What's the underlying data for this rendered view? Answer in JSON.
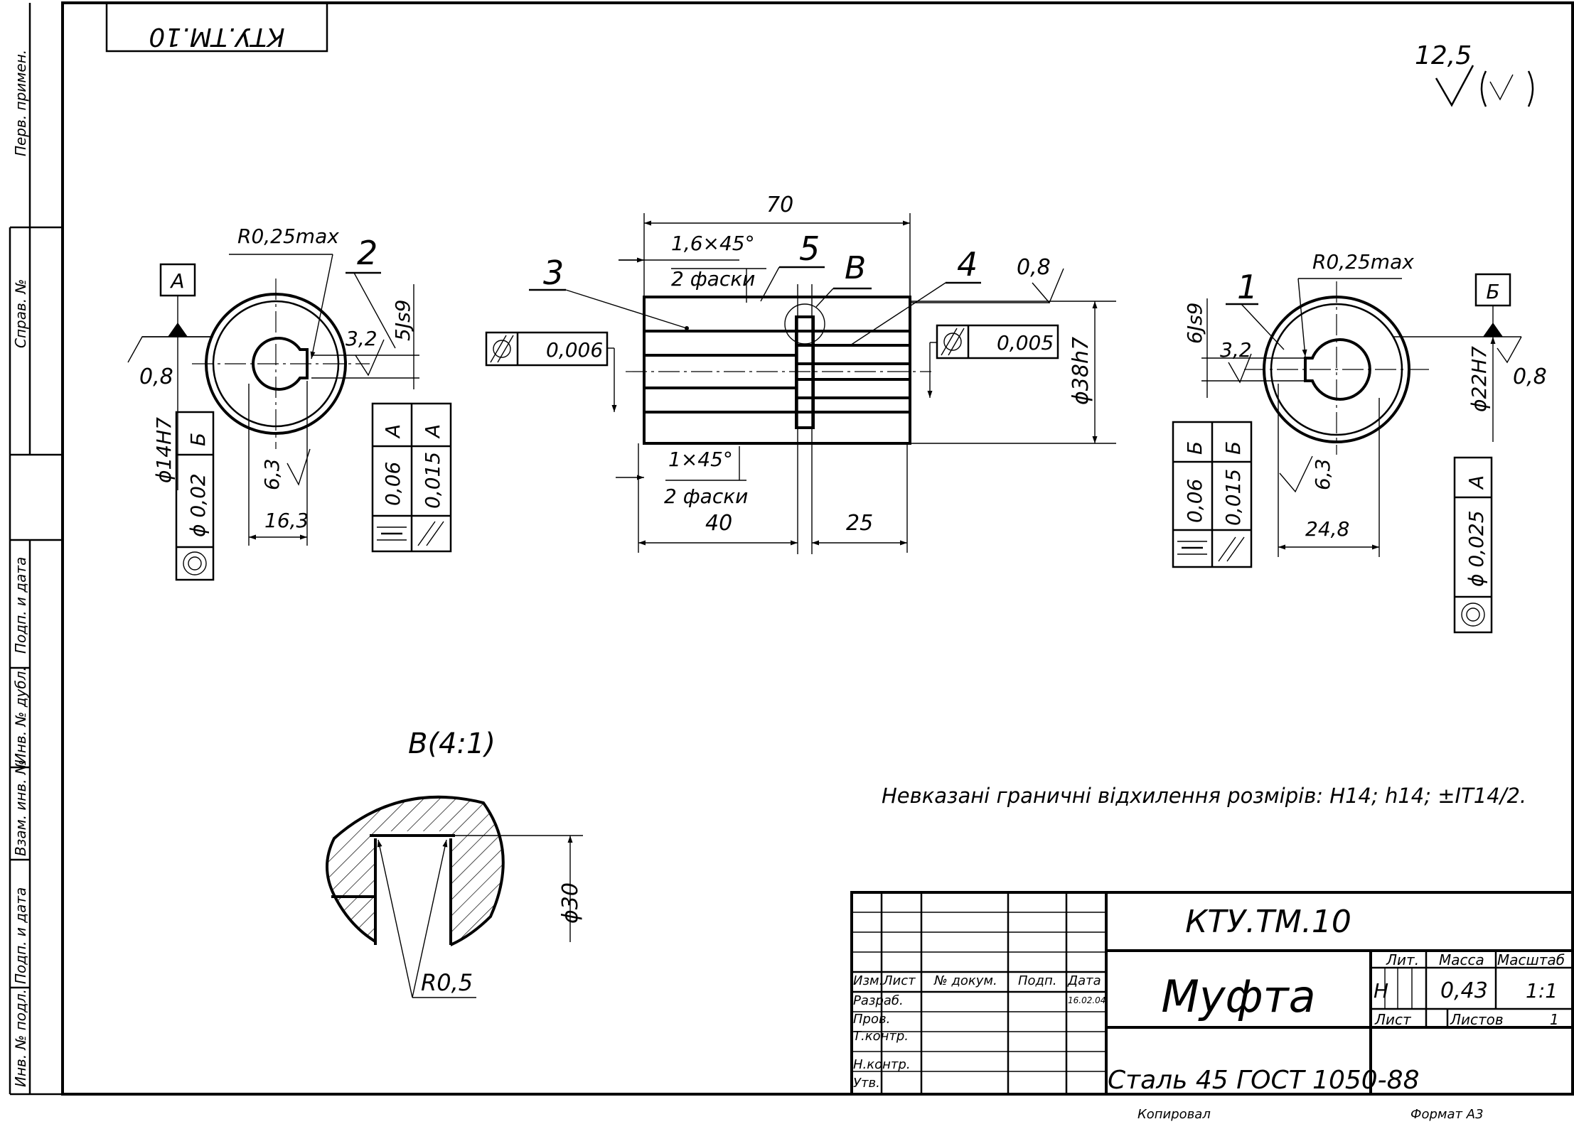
{
  "sheet": {
    "doc_code_inverted": "КТУ.ТМ.10",
    "surface_roughness": "12,5",
    "side_column": [
      "Перв. примен.",
      "Справ. №",
      "Подп. и дата",
      "Инв. № дубл.",
      "Взам. инв. №",
      "Подп. и дата",
      "Инв. № подл."
    ]
  },
  "left_view": {
    "datum": "А",
    "radius": "R0,25max",
    "item_number": "2",
    "roughness_outer": "0,8",
    "roughness_key": "3,2",
    "roughness_key2": "6,3",
    "key_tolerance": "5Js9",
    "bore": "ϕ14H7",
    "key_depth": "16,3",
    "fcf_concentricity": {
      "value": "ϕ 0,02",
      "datum": "Б"
    },
    "fcf_symmetry": {
      "value": "0,06",
      "datum": "А"
    },
    "fcf_parallel": {
      "value": "0,015",
      "datum": "А"
    }
  },
  "center_view": {
    "length": "70",
    "chamfer_top": "1,6×45°",
    "chamfer_top_note": "2 фаски",
    "chamfer_bottom": "1×45°",
    "chamfer_bottom_note": "2 фаски",
    "item3": "3",
    "item5": "5",
    "item4": "4",
    "detail_ref": "В",
    "roughness": "0,8",
    "outer_diameter": "ϕ38h7",
    "fcf_left": "0,006",
    "fcf_right": "0,005",
    "dim_40": "40",
    "dim_25": "25"
  },
  "right_view": {
    "datum": "Б",
    "radius": "R0,25max",
    "item_number": "1",
    "key_tolerance": "6Js9",
    "roughness_key": "3,2",
    "roughness_key2": "6,3",
    "roughness_outer": "0,8",
    "bore": "ϕ22H7",
    "key_depth": "24,8",
    "fcf_symmetry": {
      "value": "0,06",
      "datum": "Б"
    },
    "fcf_parallel": {
      "value": "0,015",
      "datum": "Б"
    },
    "fcf_concentricity": {
      "value": "ϕ 0,025",
      "datum": "А"
    }
  },
  "detail_view": {
    "title": "В(4:1)",
    "radius": "R0,5",
    "diameter": "ϕ30"
  },
  "note": "Невказані граничні відхилення розмірів: H14; h14; ±IT14/2.",
  "title_block": {
    "code": "КТУ.ТМ.10",
    "name": "Муфта",
    "material": "Сталь 45  ГОСТ 1050-88",
    "header_izm": "Изм.",
    "header_list": "Лист",
    "header_dokum": "№ докум.",
    "header_podp": "Подп.",
    "header_data": "Дата",
    "row_razrab": "Разраб.",
    "row_prov": "Пров.",
    "row_tkontr": "Т.контр.",
    "row_nkontr": "Н.контр.",
    "row_utv": "Утв.",
    "date": "16.02.04",
    "lit_label": "Лит.",
    "mass_label": "Масса",
    "scale_label": "Масштаб",
    "lit_value": "Н",
    "mass_value": "0,43",
    "scale_value": "1:1",
    "sheet_label": "Лист",
    "sheets_label": "Листов",
    "sheets_value": "1",
    "copied": "Копировал",
    "format": "Формат    А3"
  }
}
